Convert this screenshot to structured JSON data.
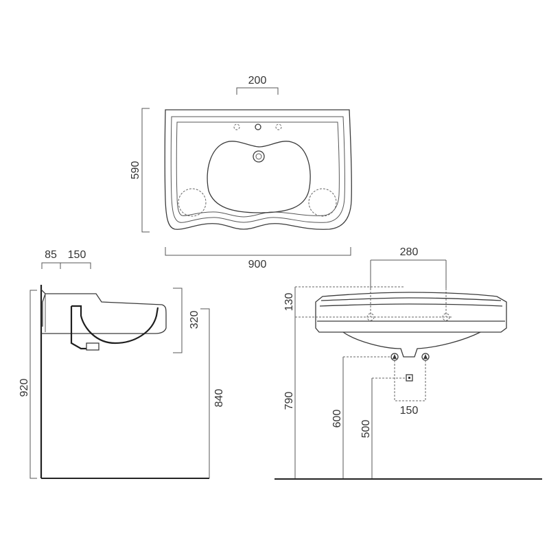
{
  "colors": {
    "line": "#333333",
    "background": "#ffffff",
    "ground": "#222222"
  },
  "top_view": {
    "tap_spacing": "200",
    "depth": "590",
    "width": "900"
  },
  "side_view": {
    "wall_offset": "85",
    "tap_offset": "150",
    "basin_height": "320",
    "total_height": "920",
    "rim_height": "840"
  },
  "front_view": {
    "fixing_spacing": "280",
    "fixing_height": "130",
    "fixing_level": "790",
    "supply_height": "600",
    "waste_height": "500",
    "supply_spacing": "150"
  }
}
